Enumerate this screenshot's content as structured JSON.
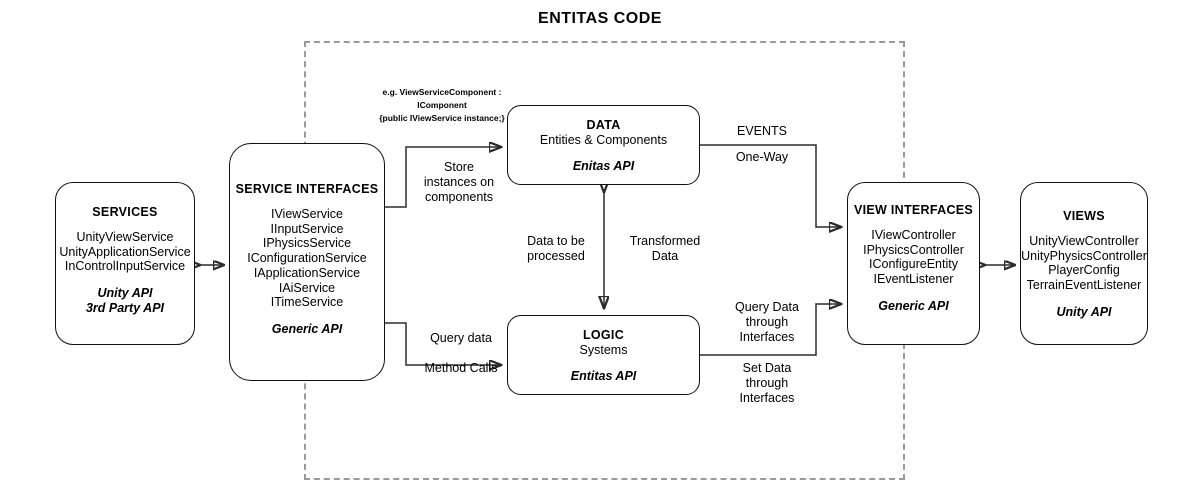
{
  "diagram": {
    "title": "ENTITAS CODE",
    "boundary_name": "entitas-code-boundary"
  },
  "nodes": {
    "services": {
      "header": "SERVICES",
      "items": [
        "UnityViewService",
        "UnityApplicationService",
        "InControlInputService"
      ],
      "api": "Unity API\n3rd Party API"
    },
    "service_interfaces": {
      "header": "SERVICE INTERFACES",
      "items": [
        "IViewService",
        "IInputService",
        "IPhysicsService",
        "IConfigurationService",
        "IApplicationService",
        "IAiService",
        "ITimeService"
      ],
      "api": "Generic API"
    },
    "data": {
      "header": "DATA",
      "subtitle": "Entities & Components",
      "api": "Enitas API"
    },
    "logic": {
      "header": "LOGIC",
      "subtitle": "Systems",
      "api": "Entitas API"
    },
    "view_interfaces": {
      "header": "VIEW INTERFACES",
      "items": [
        "IViewController",
        "IPhysicsController",
        "IConfigureEntity",
        "IEventListener"
      ],
      "api": "Generic API"
    },
    "views": {
      "header": "VIEWS",
      "items": [
        "UnityViewController",
        "UnityPhysicsController",
        "PlayerConfig",
        "TerrainEventListener"
      ],
      "api": "Unity API"
    }
  },
  "labels": {
    "store_instances": "Store\ninstances on\ncomponents",
    "query_data_method_calls": "Query data\n\nMethod Calls",
    "data_to_be_processed": "Data to be\nprocessed",
    "transformed_data": "Transformed\nData",
    "events": "EVENTS",
    "one_way": "One-Way",
    "query_data_through_interfaces": "Query Data\nthrough\nInterfaces",
    "set_data_through_interfaces": "Set Data\nthrough\nInterfaces",
    "component_example": "e.g. ViewServiceComponent :\nIComponent\n{public IViewService instance;}"
  },
  "colors": {
    "stroke": "#2b2b2b",
    "box_border": "#111111",
    "boundary_dash": "#9a9a9a",
    "background": "#ffffff",
    "text": "#000000"
  }
}
